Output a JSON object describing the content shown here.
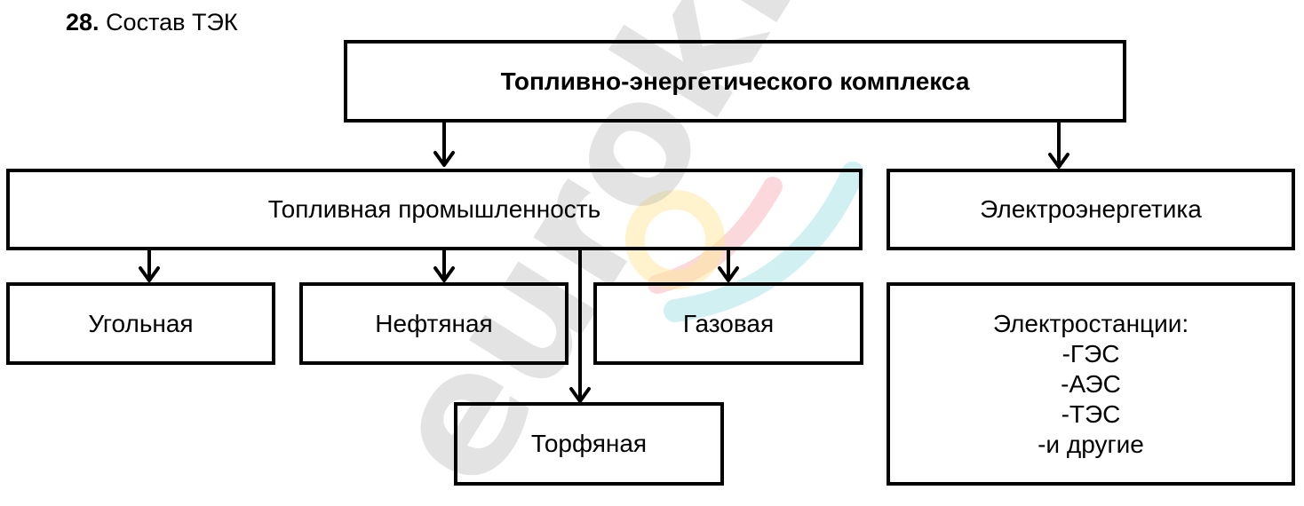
{
  "title": {
    "number": "28.",
    "text": "Состав ТЭК"
  },
  "diagram": {
    "root": "Топливно-энергетического комплекса",
    "fuel_industry": "Топливная промышленность",
    "electro": "Электроэнергетика",
    "coal": "Угольная",
    "oil": "Нефтяная",
    "gas": "Газовая",
    "peat": "Торфяная",
    "stations": {
      "heading": "Электростанции:",
      "items": [
        "-ГЭС",
        "-АЭС",
        "-ТЭС",
        "-и другие"
      ]
    }
  },
  "watermark": {
    "text": "euroki",
    "colors": [
      "#9e9e9e",
      "#f7a8b0",
      "#fde79a",
      "#a9e3e8"
    ]
  }
}
